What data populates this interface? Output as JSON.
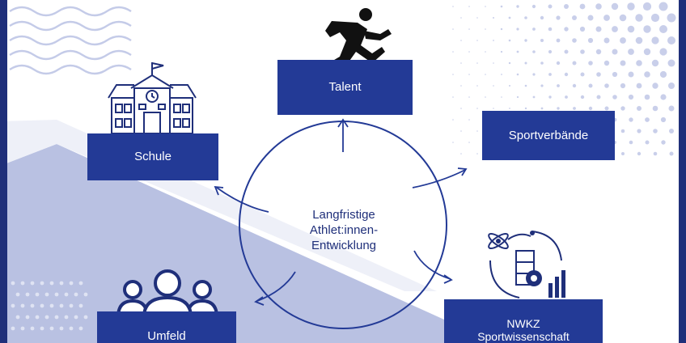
{
  "diagram": {
    "center_label": [
      "Langfristige",
      "Athlet:innen-",
      "Entwicklung"
    ],
    "nodes": {
      "talent": "Talent",
      "schule": "Schule",
      "sportverbaende": "Sportverbände",
      "nwkz": [
        "NWKZ",
        "Sportwissenschaft"
      ],
      "umfeld": "Umfeld"
    },
    "icons": {
      "talent": "runner-icon",
      "schule": "school-building-icon",
      "nwkz": "science-data-icon",
      "umfeld": "people-group-icon"
    }
  },
  "colors": {
    "primary": "#233a96",
    "background_shape": "#b9c1e2",
    "pattern": "#c9cfea",
    "frame": "#1f2f7a"
  }
}
